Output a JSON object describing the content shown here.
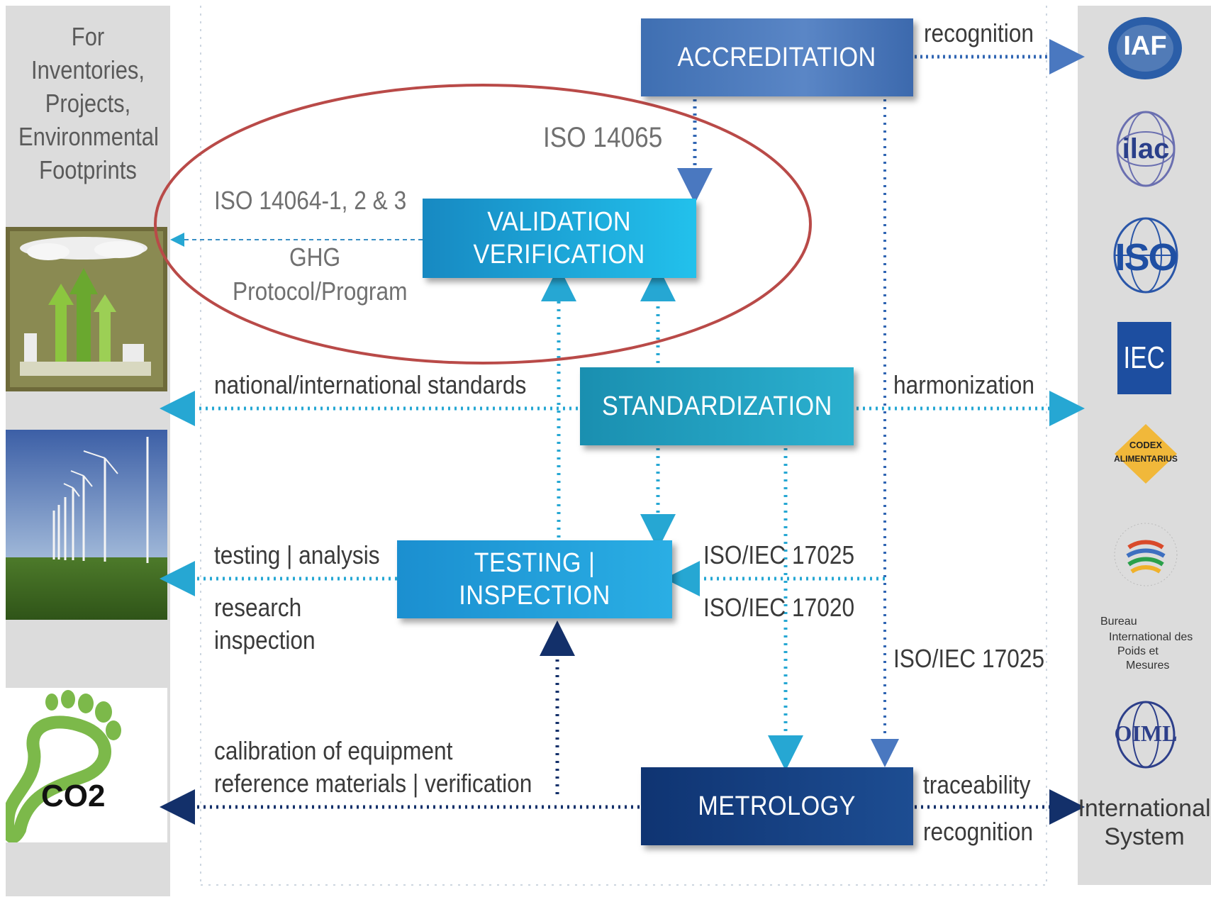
{
  "left_panel": {
    "caption": "For Inventories, Projects, Environmental Footprints",
    "footprint_label": "CO2"
  },
  "boxes": {
    "accreditation": "ACCREDITATION",
    "validation_line1": "VALIDATION",
    "validation_line2": "VERIFICATION",
    "standardization": "STANDARDIZATION",
    "testing": "TESTING | INSPECTION",
    "metrology": "METROLOGY"
  },
  "labels": {
    "recognition_top": "recognition",
    "iso14065": "ISO 14065",
    "iso14064": "ISO 14064-1, 2 & 3",
    "ghg_line1": "GHG",
    "ghg_line2": "Protocol/Program",
    "national_standards": "national/international standards",
    "harmonization": "harmonization",
    "testing_analysis": "testing | analysis",
    "research": "research",
    "inspection": "inspection",
    "iso17025_mid": "ISO/IEC 17025",
    "iso17020": "ISO/IEC 17020",
    "iso17025_right": "ISO/IEC 17025",
    "calibration": "calibration of equipment",
    "reference_materials": "reference materials | verification",
    "traceability": "traceability",
    "recognition_bottom": "recognition"
  },
  "logos": {
    "iaf": "IAF",
    "ilac": "ilac",
    "iso": "ISO",
    "iec": "IEC",
    "codex_line1": "CODEX",
    "codex_line2": "ALIMENTARIUS",
    "bipm_line1": "Bureau",
    "bipm_line2": "International des",
    "bipm_line3": "Poids et",
    "bipm_line4": "Mesures",
    "oiml": "OIML"
  },
  "international_system": "International System",
  "colors": {
    "accreditation": "#3f6fb2",
    "validation": "#1aa6d6",
    "standardization": "#1e97b8",
    "testing": "#1d96d0",
    "metrology": "#123a78",
    "dotted_light": "#26a7d3",
    "dotted_dark": "#13306a",
    "ellipse": "#b94a48"
  }
}
